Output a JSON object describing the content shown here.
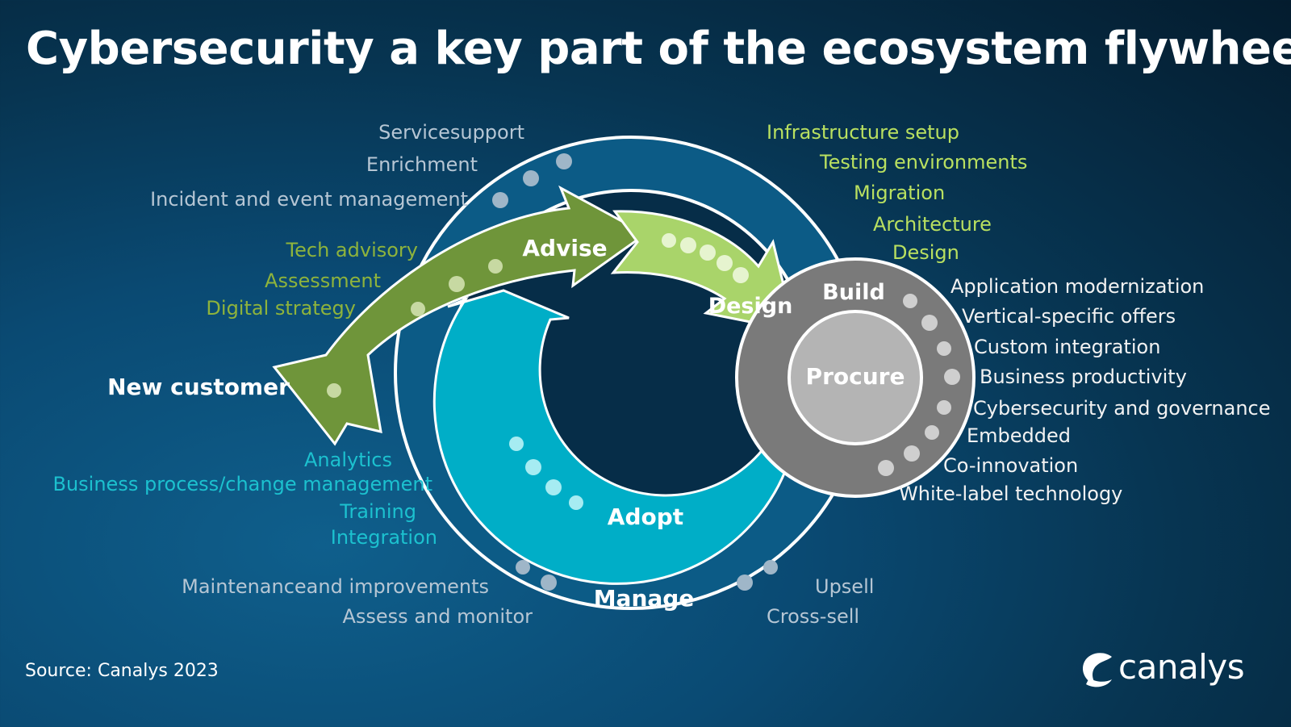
{
  "title": "Cybersecurity a key part of the ecosystem flywheel",
  "source": "Source: Canalys 2023",
  "logo": {
    "text": "canalys",
    "icon": "canalys-swirl-icon"
  },
  "stages": {
    "new_customer": "New customer",
    "advise": "Advise",
    "design": "Design",
    "build": "Build",
    "procure": "Procure",
    "adopt": "Adopt",
    "manage": "Manage"
  },
  "support_items": [
    "Servicesupport",
    "Enrichment",
    "Incident and event management"
  ],
  "advise_items": [
    "Tech advisory",
    "Assessment",
    "Digital strategy"
  ],
  "design_items": [
    "Infrastructure setup",
    "Testing environments",
    "Migration",
    "Architecture",
    "Design"
  ],
  "build_items": [
    "Application modernization",
    "Vertical-specific offers",
    "Custom integration",
    "Business productivity",
    "Cybersecurity and governance",
    "Embedded",
    "Co-innovation",
    "White-label technology"
  ],
  "adopt_items": [
    "Analytics",
    "Business process/change management",
    "Training",
    "Integration"
  ],
  "manage_left_items": [
    "Maintenanceand improvements",
    "Assess and monitor"
  ],
  "manage_right_items": [
    "Upsell",
    "Cross-sell"
  ],
  "colors": {
    "advise_green": "#6f953a",
    "design_lime": "#a9d46a",
    "adopt_teal": "#00aec7",
    "build_gray": "#7a7a7a",
    "procure_gray": "#b4b4b4",
    "ring_blue": "#0c5b86"
  }
}
